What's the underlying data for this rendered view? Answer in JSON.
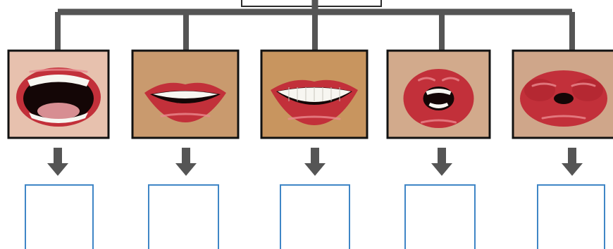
{
  "diagram": {
    "palette": {
      "connector": "#555555",
      "frame": "#111111",
      "answer_box_border": "#3f86c6",
      "lip": "#c2303a",
      "lip_highlight": "#ea8a8f",
      "teeth": "#f7f6f1",
      "mouth_inside": "#140606"
    },
    "items": [
      {
        "id": "mouth-wide-open",
        "shape": "wide-open",
        "skin": "#e7c1ae",
        "answer": ""
      },
      {
        "id": "mouth-smile",
        "shape": "smile",
        "skin": "#c99a6e",
        "answer": ""
      },
      {
        "id": "mouth-big-smile",
        "shape": "big-smile",
        "skin": "#c8955f",
        "answer": ""
      },
      {
        "id": "mouth-round-o",
        "shape": "round-o",
        "skin": "#d2aa8c",
        "answer": ""
      },
      {
        "id": "mouth-pucker",
        "shape": "pucker",
        "skin": "#cfa68a",
        "answer": ""
      }
    ]
  }
}
